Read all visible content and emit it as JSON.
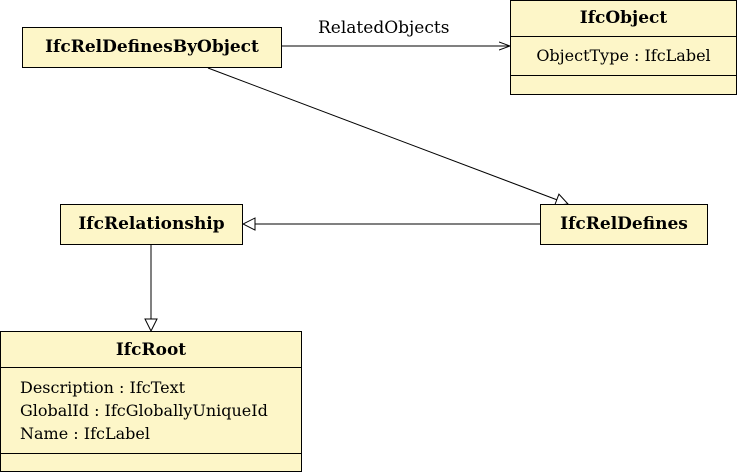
{
  "classes": {
    "ifc_rel_defines_by_object": {
      "name": "IfcRelDefinesByObject",
      "attributes": []
    },
    "ifc_object": {
      "name": "IfcObject",
      "attributes": [
        "ObjectType : IfcLabel"
      ]
    },
    "ifc_relationship": {
      "name": "IfcRelationship",
      "attributes": []
    },
    "ifc_rel_defines": {
      "name": "IfcRelDefines",
      "attributes": []
    },
    "ifc_root": {
      "name": "IfcRoot",
      "attributes": [
        "Description : IfcText",
        "GlobalId : IfcGloballyUniqueId",
        "Name : IfcLabel"
      ]
    }
  },
  "relations": [
    {
      "type": "association",
      "from": "IfcRelDefinesByObject",
      "to": "IfcObject",
      "label": "RelatedObjects"
    },
    {
      "type": "generalization",
      "from": "IfcRelDefinesByObject",
      "to": "IfcRelDefines"
    },
    {
      "type": "generalization",
      "from": "IfcRelDefines",
      "to": "IfcRelationship"
    },
    {
      "type": "generalization",
      "from": "IfcRelationship",
      "to": "IfcRoot"
    }
  ]
}
